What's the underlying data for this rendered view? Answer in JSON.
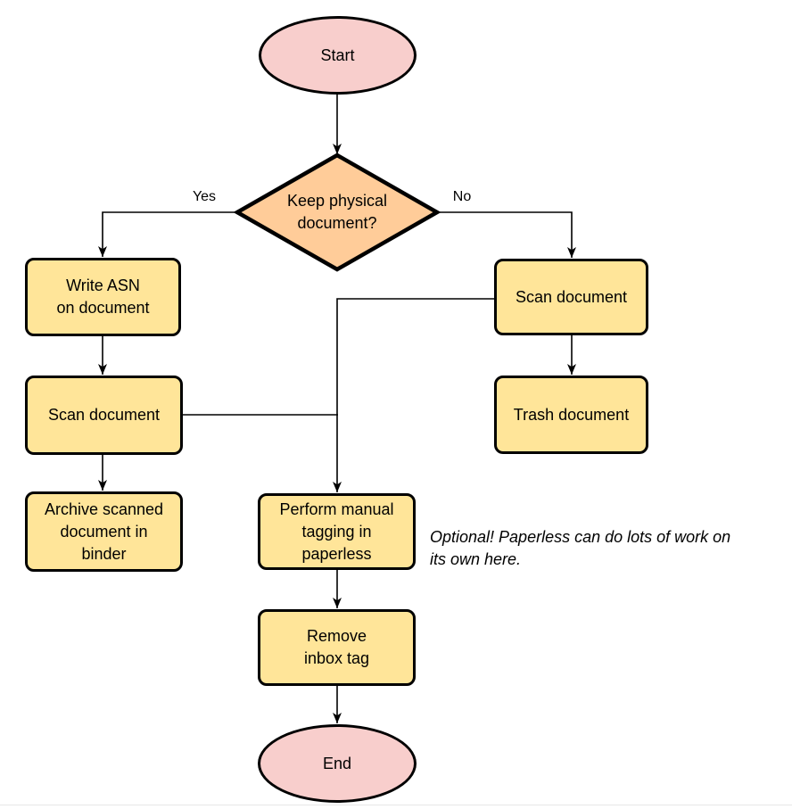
{
  "diagram": {
    "nodes": {
      "start": {
        "label": "Start"
      },
      "decision": {
        "label": "Keep physical\ndocument?"
      },
      "write_asn": {
        "label": "Write ASN\non document"
      },
      "scan_document_left": {
        "label": "Scan document"
      },
      "archive_binder": {
        "label": "Archive scanned\ndocument in\nbinder"
      },
      "scan_document_right": {
        "label": "Scan document"
      },
      "trash_document": {
        "label": "Trash document"
      },
      "manual_tagging": {
        "label": "Perform manual\ntagging in\npaperless"
      },
      "remove_inbox_tag": {
        "label": "Remove\ninbox tag"
      },
      "end": {
        "label": "End"
      }
    },
    "edge_labels": {
      "yes": "Yes",
      "no": "No"
    },
    "annotation": {
      "text": "Optional! Paperless can do lots of work on\nits own here."
    },
    "colors": {
      "terminal_fill": "#F8CECC",
      "decision_fill": "#FFCC99",
      "process_fill": "#FFE599",
      "stroke": "#000000"
    }
  }
}
